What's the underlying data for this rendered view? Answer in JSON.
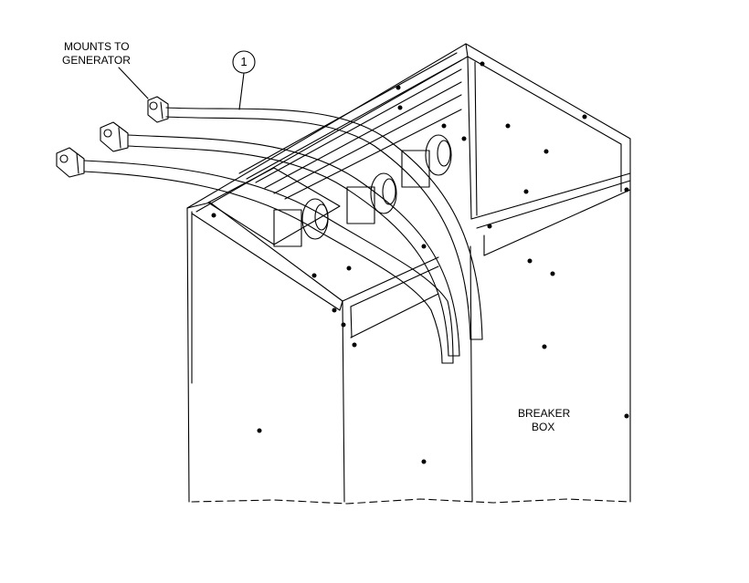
{
  "labels": {
    "mounts_line1": "MOUNTS TO",
    "mounts_line2": "GENERATOR",
    "breaker_line1": "BREAKER",
    "breaker_line2": "BOX",
    "callout_number": "1"
  },
  "colors": {
    "line": "#000000",
    "background": "#ffffff"
  }
}
